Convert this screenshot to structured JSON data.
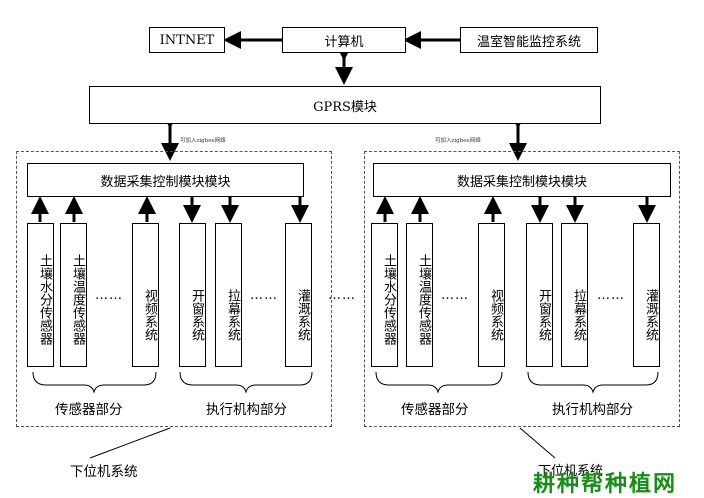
{
  "top": {
    "intnet": "INTNET",
    "computer": "计算机",
    "greenhouse_system": "温室智能监控系统",
    "gprs": "GPRS模块"
  },
  "zigbee_note": "可加入zigbee网络",
  "left_unit": {
    "collector": "数据采集控制模块模块",
    "sensors": [
      "土壤水分传感器",
      "土壤温度传感器",
      "视频系统"
    ],
    "actuators": [
      "开窗系统",
      "拉幕系统",
      "灌溉系统"
    ],
    "ellipsis": "……",
    "sensor_group": "传感器部分",
    "actuator_group": "执行机构部分",
    "caption": "下位机系统"
  },
  "right_unit": {
    "collector": "数据采集控制模块模块",
    "sensors": [
      "土壤水分传感器",
      "土壤温度传感器",
      "视频系统"
    ],
    "actuators": [
      "开窗系统",
      "拉幕系统",
      "灌溉系统"
    ],
    "ellipsis": "……",
    "sensor_group": "传感器部分",
    "actuator_group": "执行机构部分",
    "caption": "下位机系统"
  },
  "middle_dots": "……",
  "watermark": "耕种帮种植网"
}
